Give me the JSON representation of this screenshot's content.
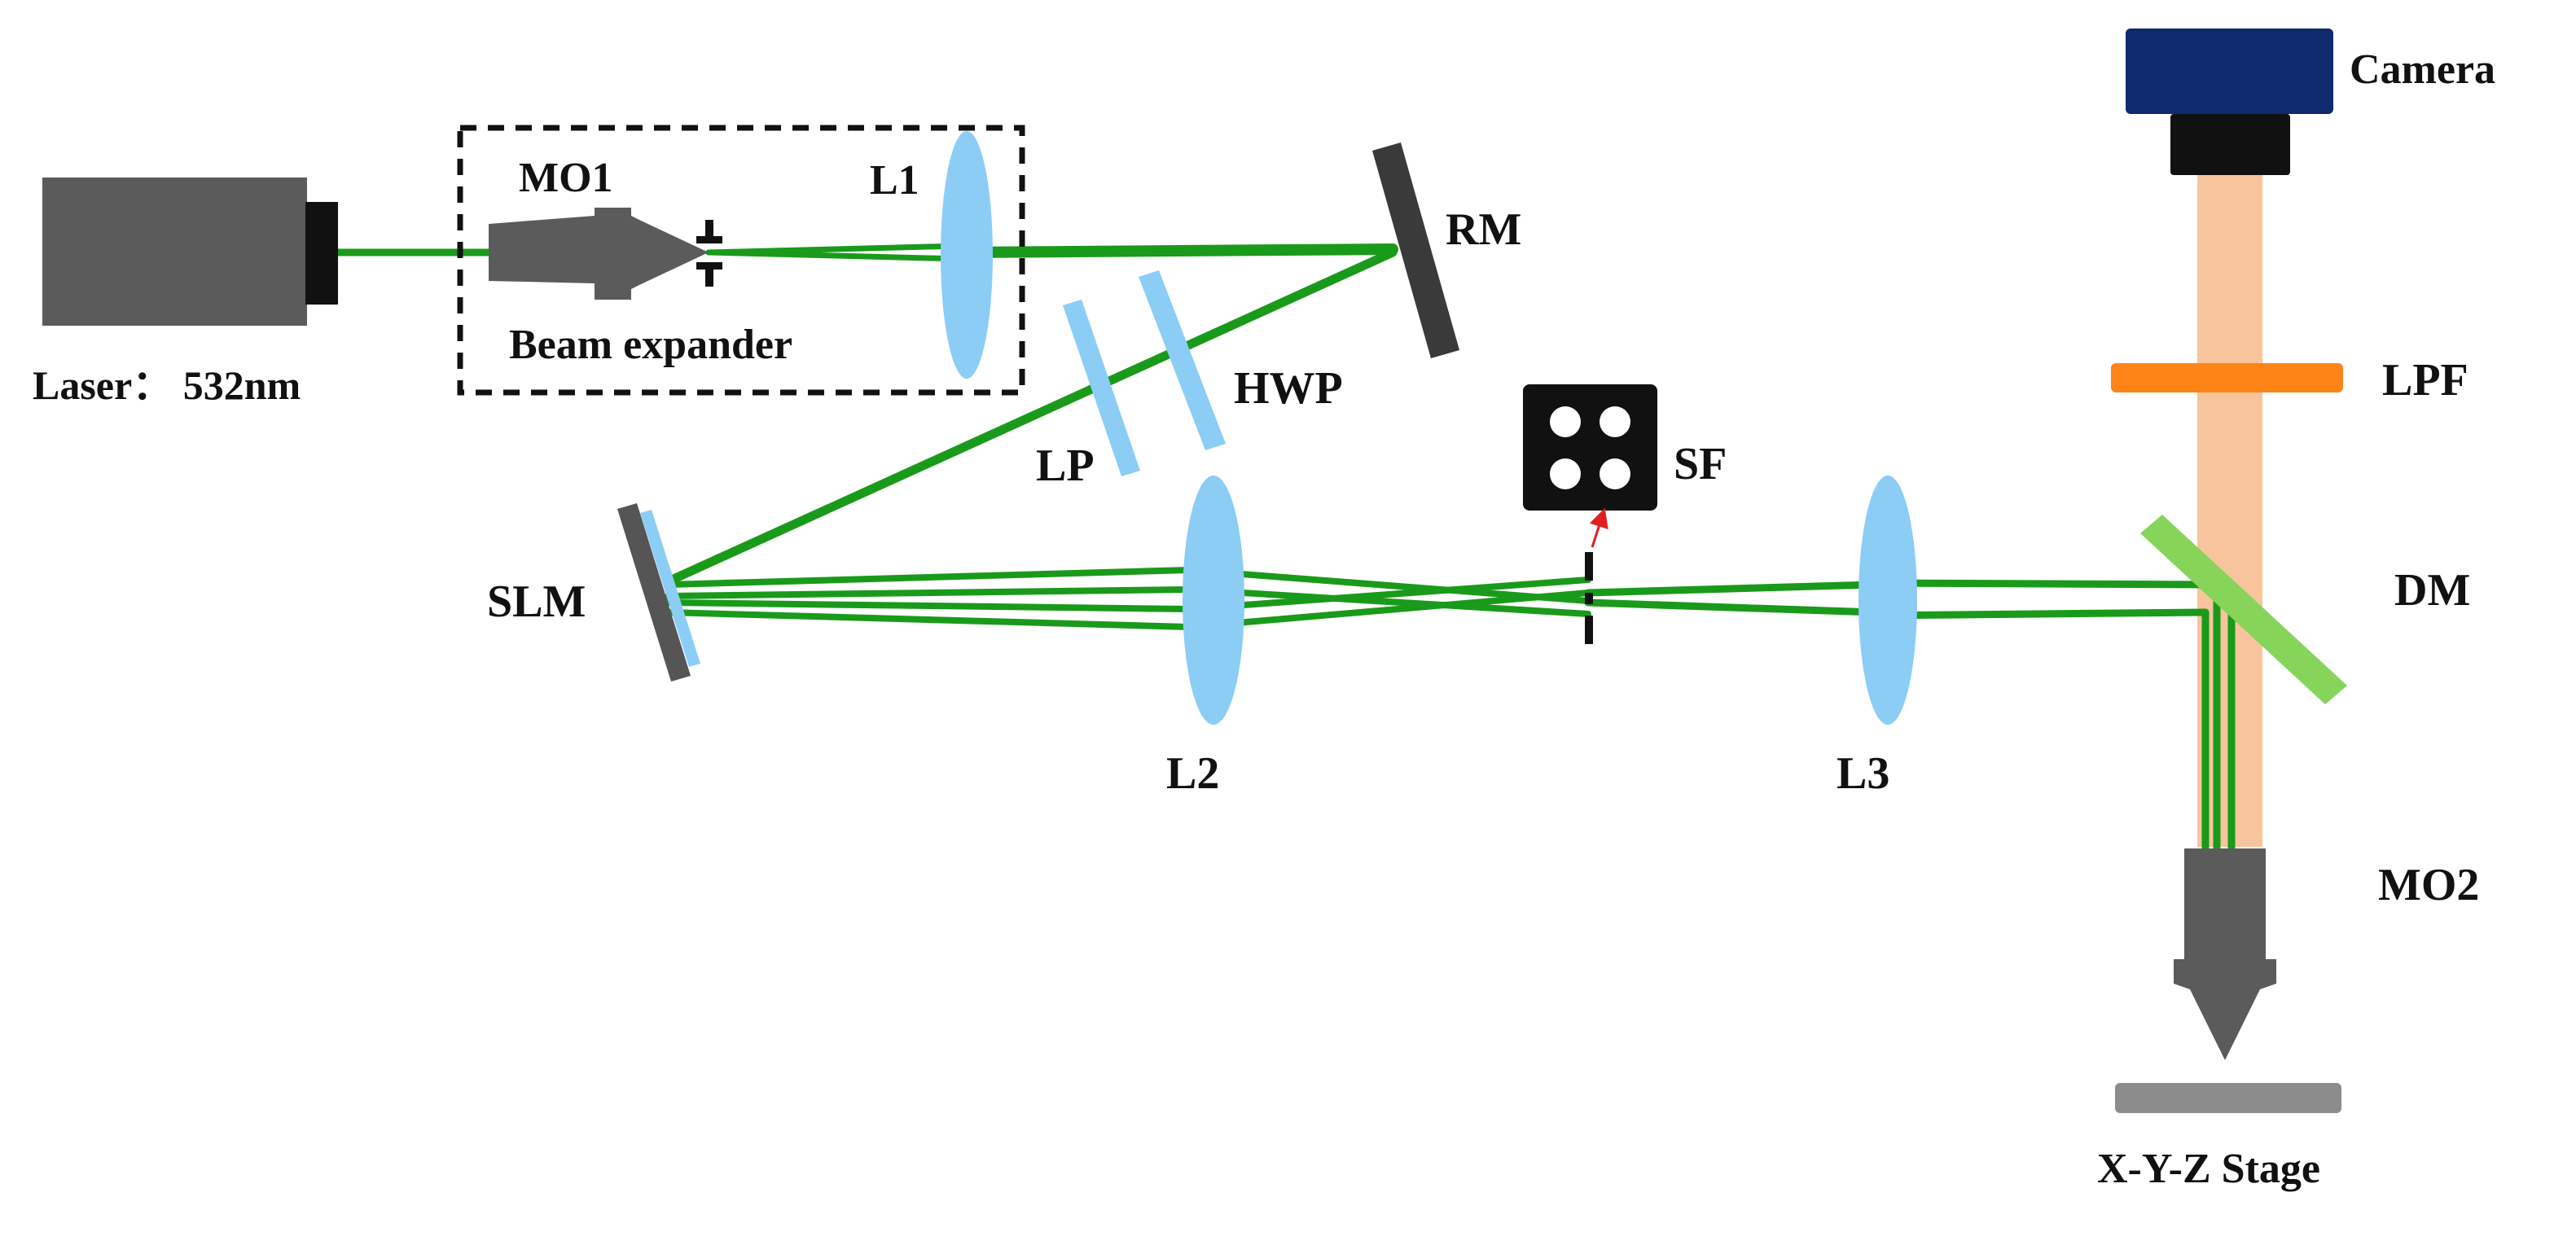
{
  "labels": {
    "laser": "Laser：  532nm",
    "mo1": "MO1",
    "beam_expander": "Beam expander",
    "l1": "L1",
    "rm": "RM",
    "hwp": "HWP",
    "lp": "LP",
    "slm": "SLM",
    "l2": "L2",
    "sf": "SF",
    "l3": "L3",
    "camera": "Camera",
    "lpf": "LPF",
    "dm": "DM",
    "mo2": "MO2",
    "stage": "X-Y-Z Stage"
  },
  "colors": {
    "beam": "#1a9a1a",
    "lens": "#8ccdf6",
    "camera_body": "#0f2a6e",
    "filter": "#ff8418",
    "dichroic": "#86d45a",
    "fluorescence": "#f7c49c",
    "body_gray": "#5b5b5b",
    "mirror": "#3a3a3a",
    "stage": "#8c8c8c"
  }
}
